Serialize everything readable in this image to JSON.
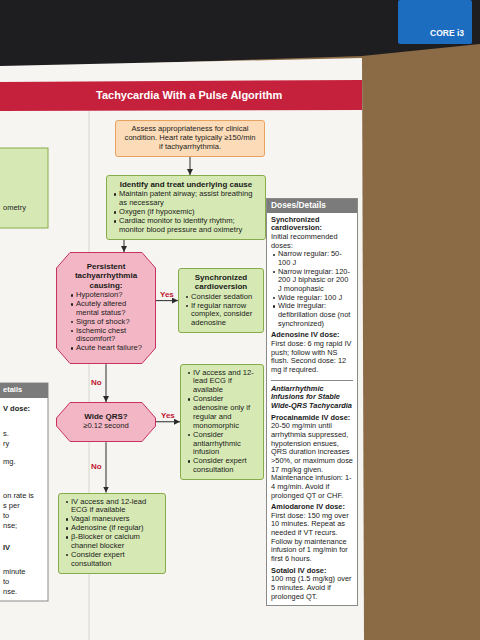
{
  "diagram": {
    "title": "Tachycardia With a Pulse Algorithm",
    "nodes": [
      {
        "text": [
          "Assess appropriateness for clinical condition. Heart rate typically ≥150/min if tachyarrhythmia."
        ]
      },
      {
        "text": [
          "Identify and treat underlying cause",
          "Maintain patent airway; assist breathing as necessary",
          "Oxygen (if hypoxemic)",
          "Cardiac monitor to identify rhythm; monitor blood pressure and oximetry"
        ]
      },
      {
        "text": [
          "Persistent tachyarrhythmia causing:",
          "Hypotension?",
          "Acutely altered mental status?",
          "Signs of shock?",
          "Ischemic chest discomfort?",
          "Acute heart failure?"
        ]
      },
      {
        "text": [
          "Synchronized cardioversion",
          "Consider sedation",
          "If regular narrow complex, consider adenosine"
        ]
      },
      {
        "text": [
          "Wide QRS?",
          "≥0.12 second"
        ]
      },
      {
        "text": [
          "IV access and 12-lead ECG if available",
          "Consider adenosine only if regular and monomorphic",
          "Consider antiarrhythmic infusion",
          "Consider expert consultation"
        ]
      },
      {
        "text": [
          "IV access and 12-lead ECG if available",
          "Vagal maneuvers",
          "Adenosine (if regular)",
          "β-Blocker or calcium channel blocker",
          "Consider expert consultation"
        ]
      },
      {
        "text": [
          "Doses/Details",
          "Synchronized cardioversion:",
          "Initial recommended doses:",
          "Narrow regular: 50-100 J",
          "Narrow irregular: 120-200 J biphasic or 200 J monophasic",
          "Wide regular: 100 J",
          "Wide irregular: defibrillation dose (not synchronized)",
          "Adenosine IV dose:",
          "First dose: 6 mg rapid IV push; follow with NS flush. Second dose: 12 mg if required.",
          "Antiarrhythmic Infusions for Stable Wide-QRS Tachycardia",
          "Procainamide IV dose:",
          "20-50 mg/min until arrhythmia suppressed, hypotension ensues, QRS duration increases >50%, or maximum dose 17 mg/kg given. Maintenance infusion: 1-4 mg/min. Avoid if prolonged QT or CHF.",
          "Amiodarone IV dose:",
          "First dose: 150 mg over 10 minutes. Repeat as needed if VT recurs. Follow by maintenance infusion of 1 mg/min for first 6 hours.",
          "Sotalol IV dose:",
          "100 mg (1.5 mg/kg) over 5 minutes. Avoid if prolonged QT."
        ]
      }
    ],
    "edges": [
      {
        "from": 0,
        "to": 1,
        "arrow": "to"
      },
      {
        "from": 1,
        "to": 2,
        "arrow": "to"
      },
      {
        "from": 2,
        "to": 3,
        "label": "Yes",
        "arrow": "to"
      },
      {
        "from": 2,
        "to": 4,
        "label": "No",
        "arrow": "to"
      },
      {
        "from": 4,
        "to": 5,
        "label": "Yes",
        "arrow": "to"
      },
      {
        "from": 4,
        "to": 6,
        "label": "No",
        "arrow": "to"
      }
    ],
    "labels": [
      "CORE i3",
      "ometry",
      "etails",
      "V dose:",
      "s.",
      "ry",
      "mg.",
      "on rate is",
      "s per",
      "to",
      "nse;",
      "IV",
      "minute",
      "to",
      "nse."
    ]
  }
}
